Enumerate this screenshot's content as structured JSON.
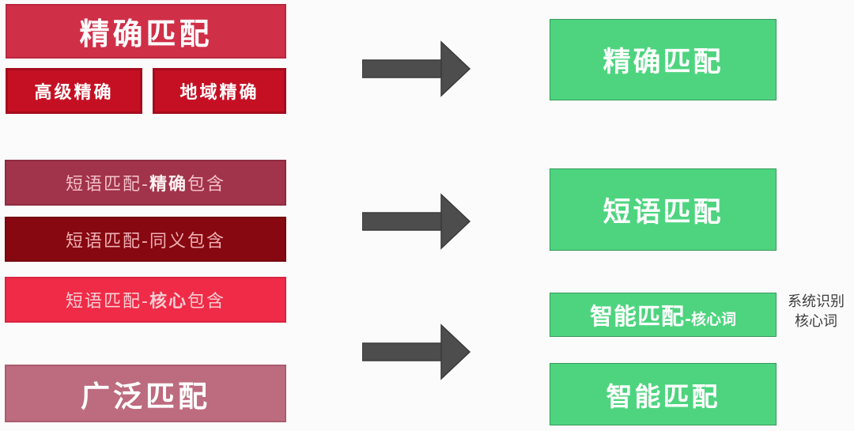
{
  "colors": {
    "background": "#fbfbfb",
    "exact_red": "#d02f48",
    "sub_exact_red": "#c51024",
    "phrase_exact_rose": "#a1334a",
    "phrase_synonym_maroon": "#870810",
    "phrase_core_pink_red": "#ef2b47",
    "broad_dusty_rose": "#bd6b7e",
    "green": "#4ed47f",
    "arrow_gray": "#4d4d4d",
    "annotation_text": "#3e3e3e"
  },
  "left": {
    "exact_match": {
      "label": "精确匹配"
    },
    "advanced_exact": {
      "label": "高级精确"
    },
    "regional_exact": {
      "label": "地域精确"
    },
    "phrase_exact_contain": {
      "prefix": "短语匹配-",
      "emphasis": "精确",
      "suffix": "包含"
    },
    "phrase_synonym_contain": {
      "prefix": "短语匹配-",
      "emphasis": "同义",
      "suffix": "包含"
    },
    "phrase_core_contain": {
      "prefix": "短语匹配-",
      "emphasis": "核心",
      "suffix": "包含"
    },
    "broad_match": {
      "label": "广泛匹配"
    }
  },
  "right": {
    "exact_match": {
      "label": "精确匹配"
    },
    "phrase_match": {
      "label": "短语匹配"
    },
    "smart_match_core": {
      "main": "智能匹配",
      "suffix": "-核心词"
    },
    "smart_match": {
      "label": "智能匹配"
    },
    "annotation": {
      "line1": "系统识别",
      "line2": "核心词"
    }
  },
  "arrows": {
    "count": 3,
    "direction": "right",
    "color": "#4d4d4d"
  }
}
